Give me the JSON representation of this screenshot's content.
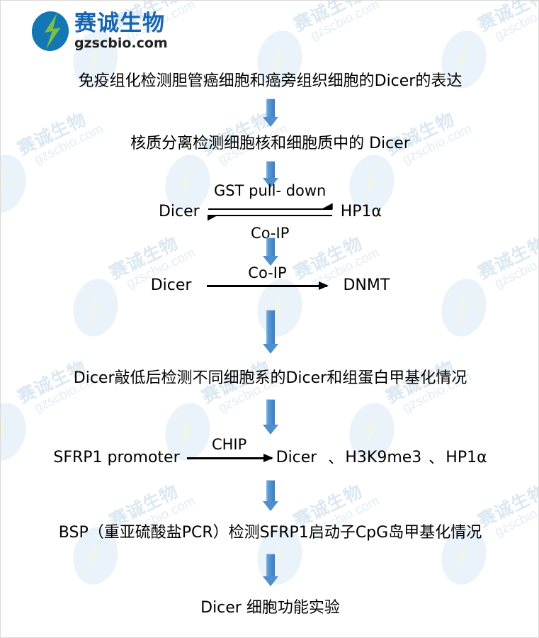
{
  "logo": {
    "company_cn": "赛诚生物",
    "company_url": "gzscbio.com",
    "mark_name": "lightning-oval-logo",
    "blue": "#1576b4",
    "green": "#7ac143"
  },
  "watermark": {
    "text_cn": "赛诚生物",
    "text_en": "gzscbio.com",
    "color": "#dfeaf3"
  },
  "flow": {
    "arrow_color": "#4a86c8",
    "steps": [
      {
        "id": "step-ihc",
        "kind": "text",
        "text": "免疫组化检测胆管癌细胞和癌旁组织细胞的Dicer的表达"
      },
      {
        "id": "step-nuclear-cytoplasmic-separation",
        "kind": "text",
        "text": "核质分离检测细胞核和细胞质中的 Dicer"
      },
      {
        "id": "step-dicer-hp1a",
        "kind": "equilibrium",
        "left": "Dicer",
        "right": "HP1α",
        "label_top": "GST pull- down",
        "label_bottom": "Co-IP"
      },
      {
        "id": "step-dicer-dnmt",
        "kind": "reaction",
        "left": "Dicer",
        "right": "DNMT",
        "label_top": "Co-IP"
      },
      {
        "id": "step-dicer-knockdown",
        "kind": "text",
        "text": "Dicer敲低后检测不同细胞系的Dicer和组蛋白甲基化情况"
      },
      {
        "id": "step-chip-sfrp1",
        "kind": "reaction-multi",
        "left": "SFRP1 promoter",
        "label_top": "CHIP",
        "right_items": [
          "Dicer",
          "H3K9me3",
          "HP1α"
        ],
        "separator": "、"
      },
      {
        "id": "step-bsp",
        "kind": "text",
        "text": "BSP（重亚硫酸盐PCR）检测SFRP1启动子CpG岛甲基化情况"
      },
      {
        "id": "step-dicer-cell-function",
        "kind": "text",
        "text": "Dicer 细胞功能实验"
      }
    ]
  }
}
